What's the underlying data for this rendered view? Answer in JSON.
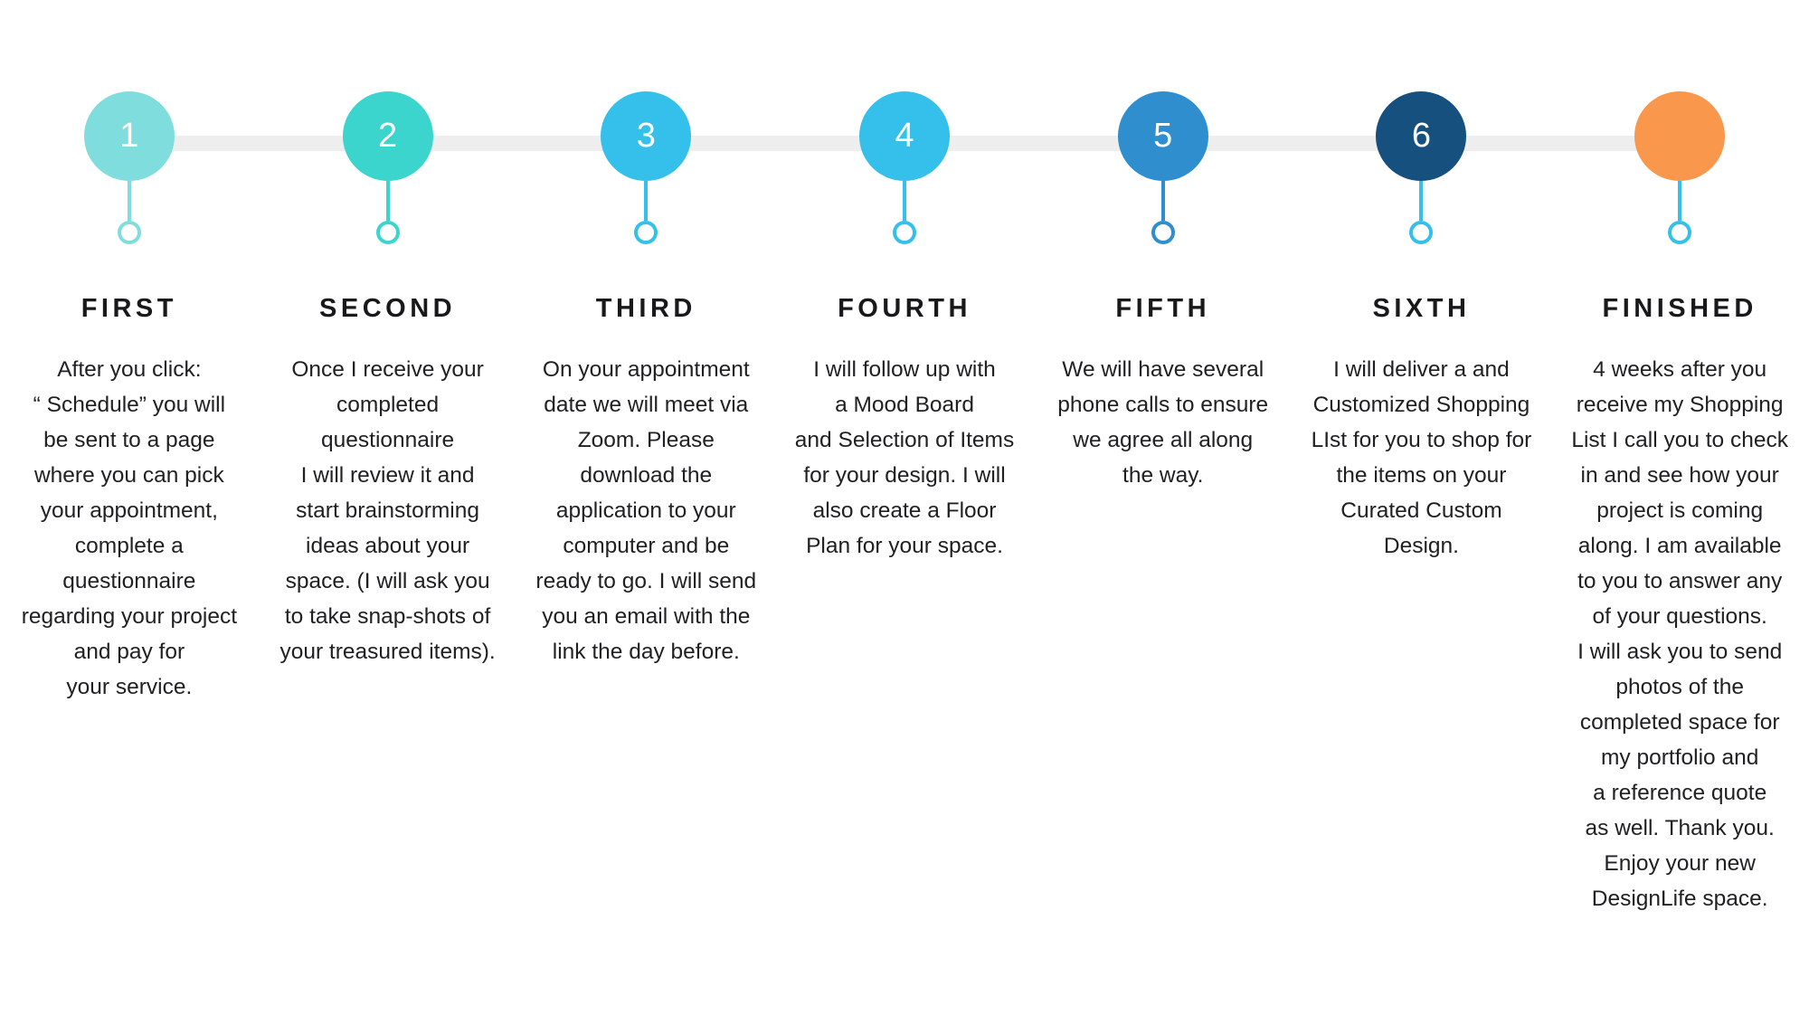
{
  "theme": {
    "background": "#ffffff",
    "connector_line_color": "#eeeeee",
    "heading_color": "#18191a",
    "body_color": "#1f2021"
  },
  "timeline": {
    "connector_label": "timeline-track",
    "steps": [
      {
        "number": "1",
        "circle_color": "#7fdedd",
        "stem_color": "#7fdedd",
        "heading": "FIRST",
        "body": "After you click:\n“ Schedule” you will\nbe sent to a page\nwhere you can pick\nyour appointment,\ncomplete a\nquestionnaire\nregarding your project\nand pay for\nyour service."
      },
      {
        "number": "2",
        "circle_color": "#3cd5cd",
        "stem_color": "#3cd5cd",
        "heading": "SECOND",
        "body": "Once I receive your\ncompleted\nquestionnaire\nI will review it and\nstart brainstorming\nideas about your\nspace. (I will ask you\nto take snap-shots of\nyour treasured items)."
      },
      {
        "number": "3",
        "circle_color": "#34c0ea",
        "stem_color": "#34c0ea",
        "heading": "THIRD",
        "body": "On your appointment\ndate we will meet via\nZoom. Please\ndownload the\napplication to your\ncomputer and be\nready to go. I will send\nyou an email with the\nlink the day before."
      },
      {
        "number": "4",
        "circle_color": "#34c0ea",
        "stem_color": "#34c0ea",
        "heading": "FOURTH",
        "body": "I will follow up with\na Mood Board\nand Selection of Items\nfor your design. I will\nalso create a Floor\nPlan for your space."
      },
      {
        "number": "5",
        "circle_color": "#2e8ece",
        "stem_color": "#2e8ece",
        "heading": "FIFTH",
        "body": "We will have several\nphone calls to ensure\nwe agree all along\nthe way."
      },
      {
        "number": "6",
        "circle_color": "#15507f",
        "stem_color": "#34c0ea",
        "heading": "SIXTH",
        "body": "I will deliver a  and\nCustomized Shopping\nLIst for you to shop for\nthe items on your\nCurated Custom\nDesign."
      },
      {
        "number": "",
        "circle_color": "#f9974d",
        "stem_color": "#34c0ea",
        "heading": "FINISHED",
        "body": "4 weeks after you\nreceive my Shopping\nList I call you to check\nin and see how your\nproject is coming\nalong.  I am available\nto you to answer any\nof your questions.\nI will ask you to send\nphotos of the\ncompleted space for\nmy portfolio and\na reference quote\nas well. Thank you.\nEnjoy your new\nDesignLife space."
      }
    ]
  }
}
